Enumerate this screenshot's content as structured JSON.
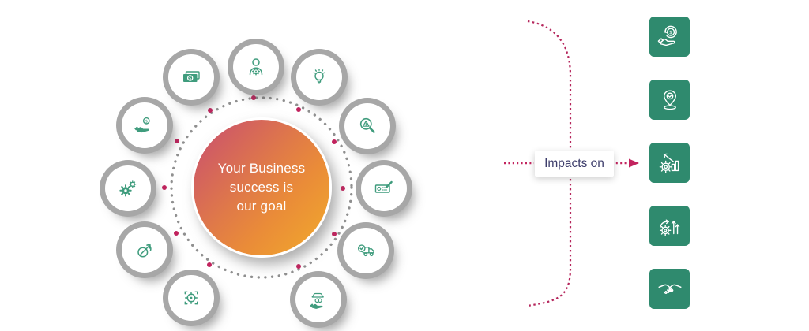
{
  "diagram": {
    "center": {
      "lines": [
        "Your Business",
        "success is",
        "our goal"
      ],
      "gradient_colors": [
        "#c84d71",
        "#ea8c38",
        "#f1ab2b"
      ],
      "text_color": "#ffffff"
    },
    "ring": {
      "dot_color": "#909090",
      "accent_dot_color": "#c2235e"
    },
    "satellites": [
      {
        "position": "top",
        "icon": "user-gear-icon"
      },
      {
        "position": "top-left",
        "icon": "money-bill-icon"
      },
      {
        "position": "top-right",
        "icon": "lightbulb-icon"
      },
      {
        "position": "upper-left",
        "icon": "hand-coin-icon"
      },
      {
        "position": "upper-right",
        "icon": "magnifier-warning-icon"
      },
      {
        "position": "left",
        "icon": "gears-icon"
      },
      {
        "position": "right",
        "icon": "cheque-pen-icon"
      },
      {
        "position": "lower-left",
        "icon": "cursor-growth-icon"
      },
      {
        "position": "lower-right",
        "icon": "truck-check-icon"
      },
      {
        "position": "bottom-left",
        "icon": "target-crosshair-icon"
      },
      {
        "position": "bottom-right",
        "icon": "hand-car-coins-icon"
      }
    ],
    "icon_color": "#3f9c7d"
  },
  "impacts": {
    "label": "Impacts on",
    "label_text_color": "#3d3d6b",
    "connector_color": "#c2235e",
    "tile_color": "#2f8a6e",
    "tiles": [
      {
        "icon": "hand-coin-return-icon"
      },
      {
        "icon": "location-pin-check-icon"
      },
      {
        "icon": "gear-chart-growth-icon"
      },
      {
        "icon": "gear-arrows-up-icon"
      },
      {
        "icon": "handshake-icon"
      }
    ]
  }
}
